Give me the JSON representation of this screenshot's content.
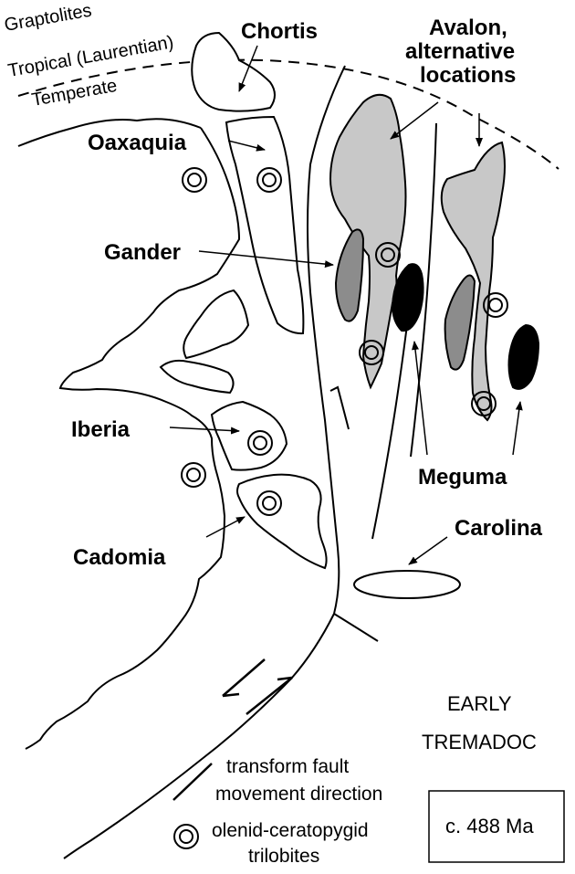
{
  "header_labels": {
    "graptolites": "Graptolites",
    "tropical": "Tropical (Laurentian)",
    "temperate": "Temperate"
  },
  "terranes": {
    "chortis": "Chortis",
    "avalon_line1": "Avalon,",
    "avalon_line2": "alternative",
    "avalon_line3": "locations",
    "oaxaquia": "Oaxaquia",
    "gander": "Gander",
    "iberia": "Iberia",
    "meguma": "Meguma",
    "cadomia": "Cadomia",
    "carolina": "Carolina"
  },
  "time_label": {
    "line1": "EARLY",
    "line2": "TREMADOC",
    "age": "c. 488 Ma"
  },
  "legend": {
    "fault_line1": "transform fault",
    "fault_line2": "movement direction",
    "trilobite_line1": "olenid-ceratopygid",
    "trilobite_line2": "trilobites"
  },
  "colors": {
    "avalon_fill": "#c8c8c8",
    "gander_fill": "#8c8c8c",
    "meguma_fill": "#000000",
    "line": "#000000"
  }
}
